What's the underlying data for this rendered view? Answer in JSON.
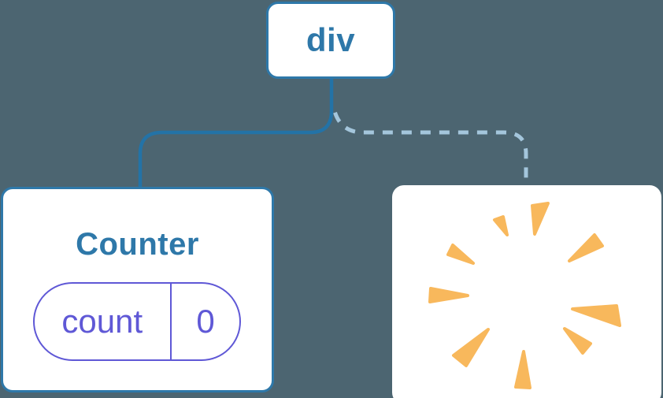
{
  "diagram": {
    "kind": "react-component-tree",
    "background_color": "#4C6571",
    "colors": {
      "background": "#4C6571",
      "card_bg": "#FFFFFF",
      "node_border": "#2E78A9",
      "node_text": "#2E78A9",
      "solid_link": "#2373A7",
      "dashed_link": "#A4C6DC",
      "state_accent": "#5F58D6",
      "poof": "#F8B85C"
    },
    "root_node": {
      "label": "div"
    },
    "children": {
      "counter": {
        "title": "Counter",
        "state_key": "count",
        "state_value": "0",
        "link_style": "solid"
      },
      "removed": {
        "icon": "poof-starburst-icon",
        "link_style": "dashed"
      }
    }
  }
}
